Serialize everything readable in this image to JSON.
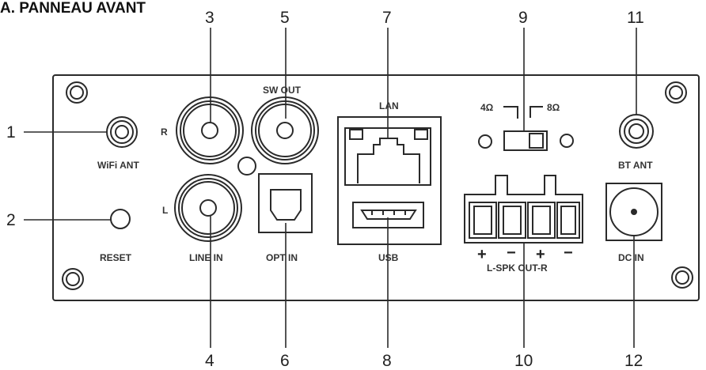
{
  "title": "A. PANNEAU AVANT",
  "numbers": {
    "n1": "1",
    "n2": "2",
    "n3": "3",
    "n4": "4",
    "n5": "5",
    "n6": "6",
    "n7": "7",
    "n8": "8",
    "n9": "9",
    "n10": "10",
    "n11": "11",
    "n12": "12"
  },
  "labels": {
    "wifi_ant": "WiFi ANT",
    "reset": "RESET",
    "r": "R",
    "l": "L",
    "line_in": "LINE IN",
    "sw_out": "SW OUT",
    "opt_in": "OPT IN",
    "lan": "LAN",
    "usb": "USB",
    "ohm4": "4Ω",
    "ohm8": "8Ω",
    "bt_ant": "BT ANT",
    "dc_in": "DC IN",
    "spk_out": "L-SPK OUT-R"
  },
  "speaker_polarity": [
    "+",
    "−",
    "+",
    "−"
  ]
}
